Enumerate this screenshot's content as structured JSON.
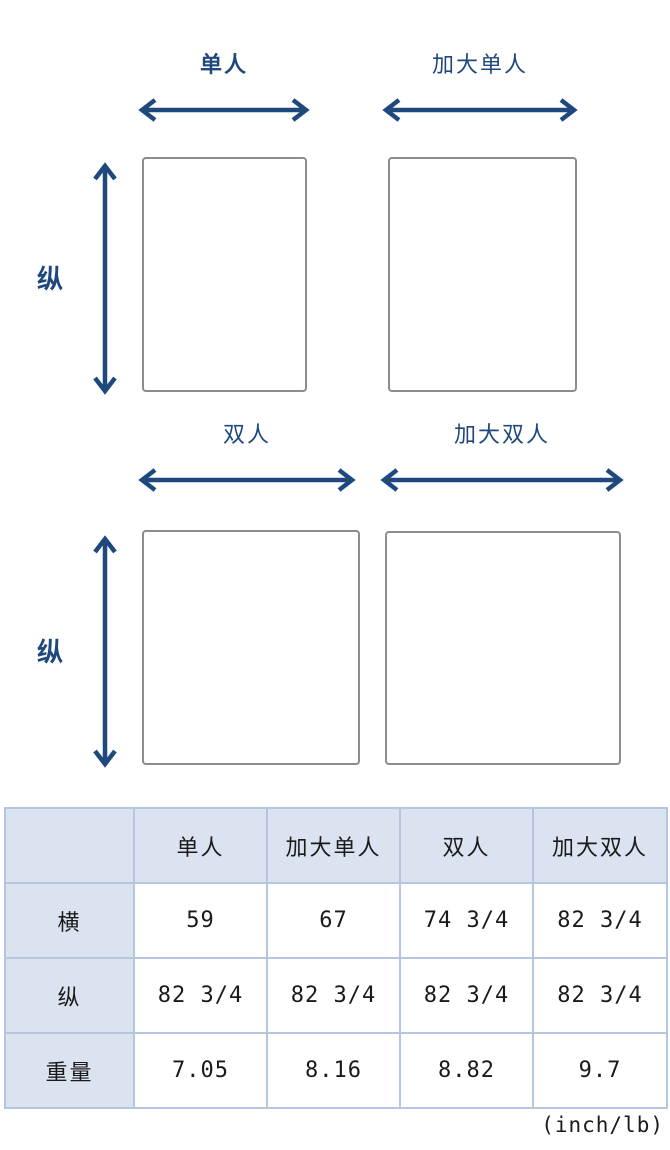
{
  "colors": {
    "accent": "#1F497D",
    "box_border": "#8C8C8C",
    "table_border": "#B4C6E0",
    "table_header_bg": "#DCE3F0",
    "text": "#1A1A1A",
    "page_bg": "#FFFFFF"
  },
  "diagram": {
    "vertical_axis_label": "纵",
    "sizes": [
      {
        "id": "single",
        "label": "单人"
      },
      {
        "id": "xl-single",
        "label": "加大单人"
      },
      {
        "id": "double",
        "label": "双人"
      },
      {
        "id": "xl-double",
        "label": "加大双人"
      }
    ],
    "icons": {
      "width_arrow": "double-headed-horizontal-arrow",
      "height_arrow": "double-headed-vertical-arrow"
    }
  },
  "table": {
    "columns": [
      "单人",
      "加大单人",
      "双人",
      "加大双人"
    ],
    "rows": [
      {
        "label": "横",
        "values": [
          "59",
          "67",
          "74 3/4",
          "82 3/4"
        ]
      },
      {
        "label": "纵",
        "values": [
          "82 3/4",
          "82 3/4",
          "82 3/4",
          "82 3/4"
        ]
      },
      {
        "label": "重量",
        "values": [
          "7.05",
          "8.16",
          "8.82",
          "9.7"
        ]
      }
    ],
    "unit_note": "(inch/lb)"
  }
}
